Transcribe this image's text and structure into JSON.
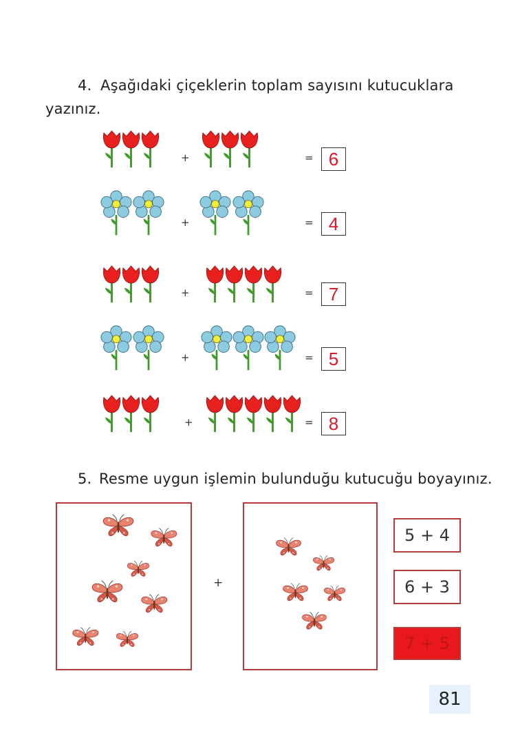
{
  "question4": {
    "number": "4.",
    "text_line1": "Aşağıdaki çiçeklerin toplam sayısını kutucuklara",
    "text_line2": "yazınız.",
    "rows": [
      {
        "left_count": 3,
        "left_type": "tulip",
        "right_count": 3,
        "right_type": "tulip",
        "operator": "+",
        "equals": "=",
        "answer": "6"
      },
      {
        "left_count": 2,
        "left_type": "daisy",
        "right_count": 2,
        "right_type": "daisy",
        "operator": "+",
        "equals": "=",
        "answer": "4"
      },
      {
        "left_count": 3,
        "left_type": "tulip",
        "right_count": 4,
        "right_type": "tulip",
        "operator": "+",
        "equals": "=",
        "answer": "7"
      },
      {
        "left_count": 2,
        "left_type": "daisy",
        "right_count": 3,
        "right_type": "daisy",
        "operator": "+",
        "equals": "=",
        "answer": "5"
      },
      {
        "left_count": 3,
        "left_type": "tulip",
        "right_count": 5,
        "right_type": "tulip",
        "operator": "+",
        "equals": "=",
        "answer": "8"
      }
    ]
  },
  "question5": {
    "number": "5.",
    "text": "Resme uygun işlemin bulunduğu kutucuğu boyayınız.",
    "left_butterflies": 7,
    "right_butterflies": 5,
    "operator": "+",
    "options": [
      {
        "label": "5 + 4",
        "selected": false
      },
      {
        "label": "6 + 3",
        "selected": false
      },
      {
        "label": "7 + 5",
        "selected": true
      }
    ]
  },
  "page_number": "81",
  "colors": {
    "tulip_red": "#e8211e",
    "stem_green": "#3f9a2a",
    "daisy_blue": "#8ccbe0",
    "daisy_center": "#f2ef3c",
    "answer_red": "#d81a2a",
    "frame_red": "#b53a3a",
    "selected_fill": "#e8181d",
    "page_badge": "#e6f1fb"
  },
  "icons": {
    "flower_a": "tulip-icon",
    "flower_b": "daisy-icon",
    "insect": "butterfly-icon"
  }
}
